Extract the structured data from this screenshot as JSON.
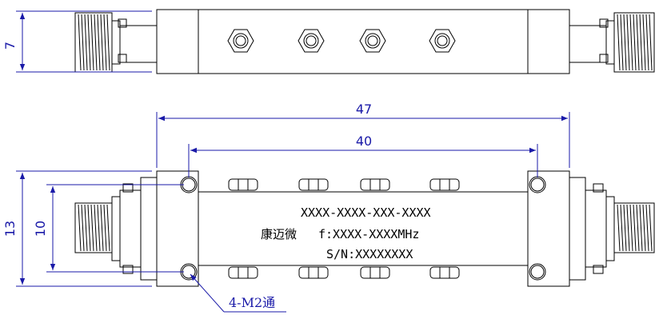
{
  "dimensions": {
    "top_height": "7",
    "overall_length": "47",
    "hole_spacing": "40",
    "body_height": "13",
    "hole_vertical_spacing": "10"
  },
  "body_label": {
    "part_number": "XXXX-XXXX-XXX-XXXX",
    "brand": "康迈微",
    "frequency": "f:XXXX-XXXXMHz",
    "serial": "S/N:XXXXXXXX"
  },
  "hole_note": "4-M2通",
  "colors": {
    "outline": "#000000",
    "dimension": "#1a1aa8"
  }
}
